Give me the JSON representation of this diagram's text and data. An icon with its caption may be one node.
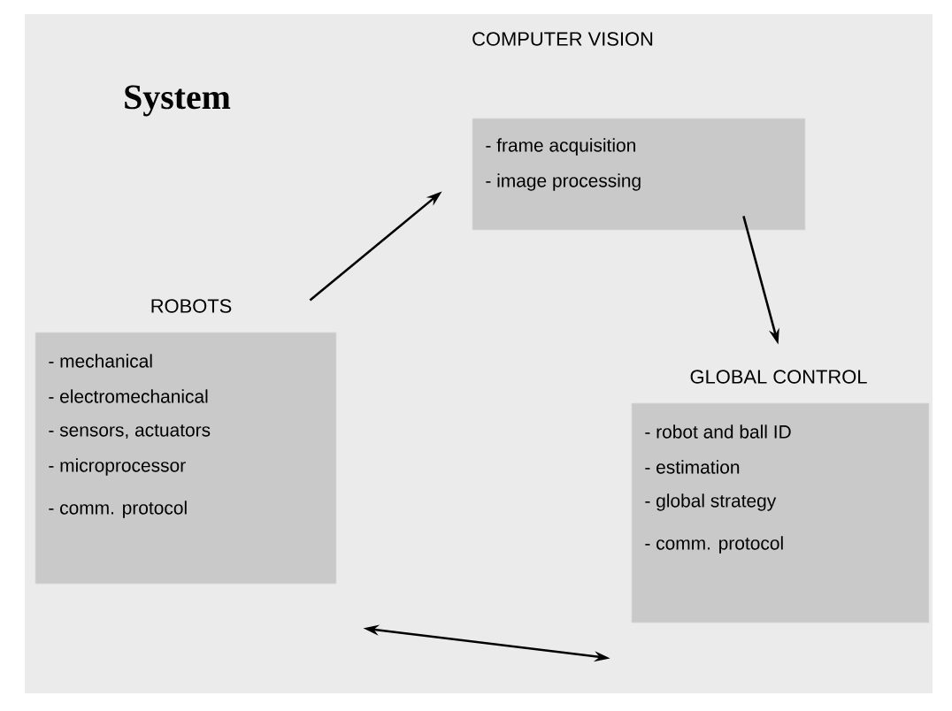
{
  "diagram": {
    "title": "System",
    "nodes": [
      {
        "text": [
          "COMPUTER VISION",
          "- frame acquisition",
          "- image processing"
        ]
      },
      {
        "text": [
          "ROBOTS",
          "- mechanical",
          "- electromechanical",
          "- sensors, actuators",
          "- microprocessor",
          "- comm.  protocol"
        ]
      },
      {
        "text": [
          "GLOBAL CONTROL",
          "- robot and ball ID",
          "- estimation",
          "- global strategy",
          "- comm.  protocol"
        ]
      }
    ],
    "edges": [
      {
        "from": 1,
        "to": 0,
        "arrow": "to"
      },
      {
        "from": 0,
        "to": 2,
        "arrow": "to"
      },
      {
        "from": 1,
        "to": 2,
        "arrow": "both"
      }
    ]
  }
}
